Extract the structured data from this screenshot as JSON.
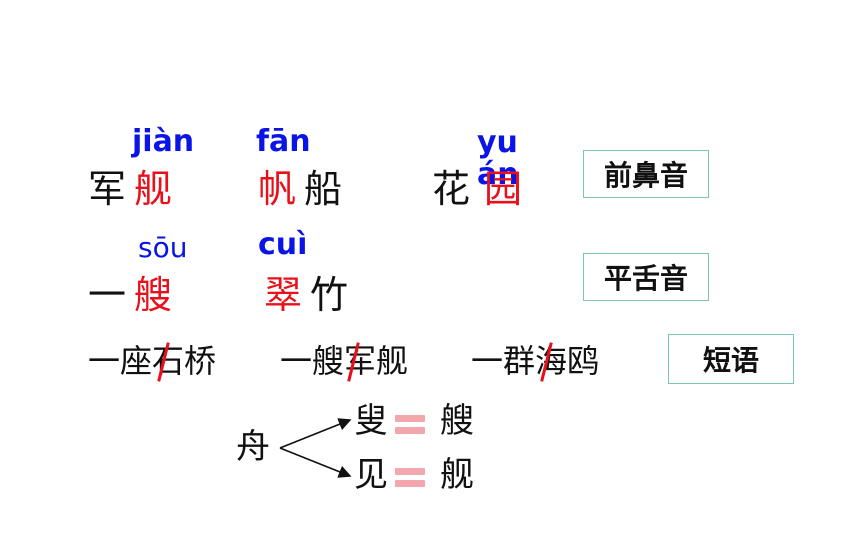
{
  "row1": {
    "pinyin": [
      "jiàn",
      "fān",
      "yuán"
    ],
    "words": [
      {
        "plain": "军",
        "red": "舰"
      },
      {
        "red": "帆",
        "plain": "船"
      },
      {
        "plain": "花",
        "red": "园"
      }
    ],
    "label": "前鼻音"
  },
  "row2": {
    "pinyin": [
      "sōu",
      "cuì"
    ],
    "words": [
      {
        "plain": "一",
        "red": "艘"
      },
      {
        "red": "翠",
        "plain": "竹"
      }
    ],
    "label": "平舌音"
  },
  "phrases": {
    "items": [
      {
        "left": "一座",
        "right": "石桥"
      },
      {
        "left": "一艘",
        "right": "军舰"
      },
      {
        "left": "一群",
        "right": "海鸥"
      }
    ],
    "label": "短语"
  },
  "tree": {
    "root": "舟",
    "branches": [
      {
        "part": "叟",
        "result": "艘"
      },
      {
        "part": "见",
        "result": "舰"
      }
    ]
  },
  "colors": {
    "pinyin": "#0a14e6",
    "highlight": "#e8101a",
    "box_border": "#7cc7a6",
    "equals": "#f1a7ab"
  }
}
